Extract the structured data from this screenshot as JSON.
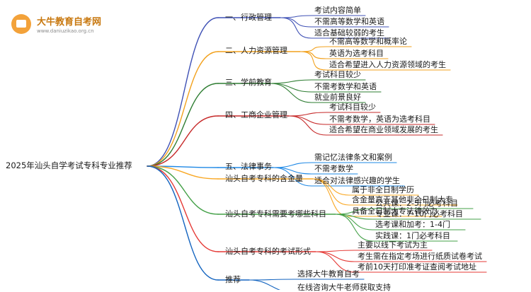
{
  "logo": {
    "name": "大牛教育自考网",
    "url": "www.daniuzikao.org.cn"
  },
  "root": "2025年汕头自学考试专科专业推荐",
  "branches": [
    {
      "label": "一、行政管理",
      "color": "#3f51b5",
      "leaves": [
        "考试内容简单",
        "不需高等数学和英语",
        "适合基础较弱的考生"
      ]
    },
    {
      "label": "二、人力资源管理",
      "color": "#f2a11d",
      "leaves": [
        "不需高等数学和概率论",
        "英语为选考科目",
        "适合希望进入人力资源领域的考生"
      ]
    },
    {
      "label": "三、学前教育",
      "color": "#2e7d32",
      "leaves": [
        "考试科目较少",
        "不需考数学和英语",
        "就业前景良好"
      ]
    },
    {
      "label": "四、工商企业管理",
      "color": "#c62828",
      "leaves": [
        "考试科目较少",
        "不需考数学，英语为选考科目",
        "适合希望在商业领域发展的考生"
      ]
    },
    {
      "label": "五、法律事务",
      "color": "#1e88e5",
      "leaves": [
        "需记忆法律条文和案例",
        "不需考数学",
        "适合对法律感兴趣的学生"
      ]
    },
    {
      "label": "汕头自考专科的含金量",
      "color": "#f9a825",
      "leaves": [
        "属于非全日制学历",
        "含金量高于其他非全日制大专",
        "具备全日制大专法律效力"
      ]
    },
    {
      "label": "汕头自考专科需要考哪些科目",
      "color": "#43a047",
      "leaves": [
        "公共课：2-5门必考科目",
        "专业课：7-10门必考科目",
        "选考课和加考：1-4门",
        "实践课：1门必考科目"
      ]
    },
    {
      "label": "汕头自考专科的考试形式",
      "color": "#e53935",
      "leaves": [
        "主要以线下考试为主",
        "考生需在指定考场进行纸质试卷考试",
        "考前10天打印准考证查阅考试地址"
      ]
    },
    {
      "label": "推荐",
      "color": "#1565c0",
      "leaves": [
        "选择大牛教育自考",
        "在线咨询大牛老师获取支持"
      ]
    }
  ]
}
